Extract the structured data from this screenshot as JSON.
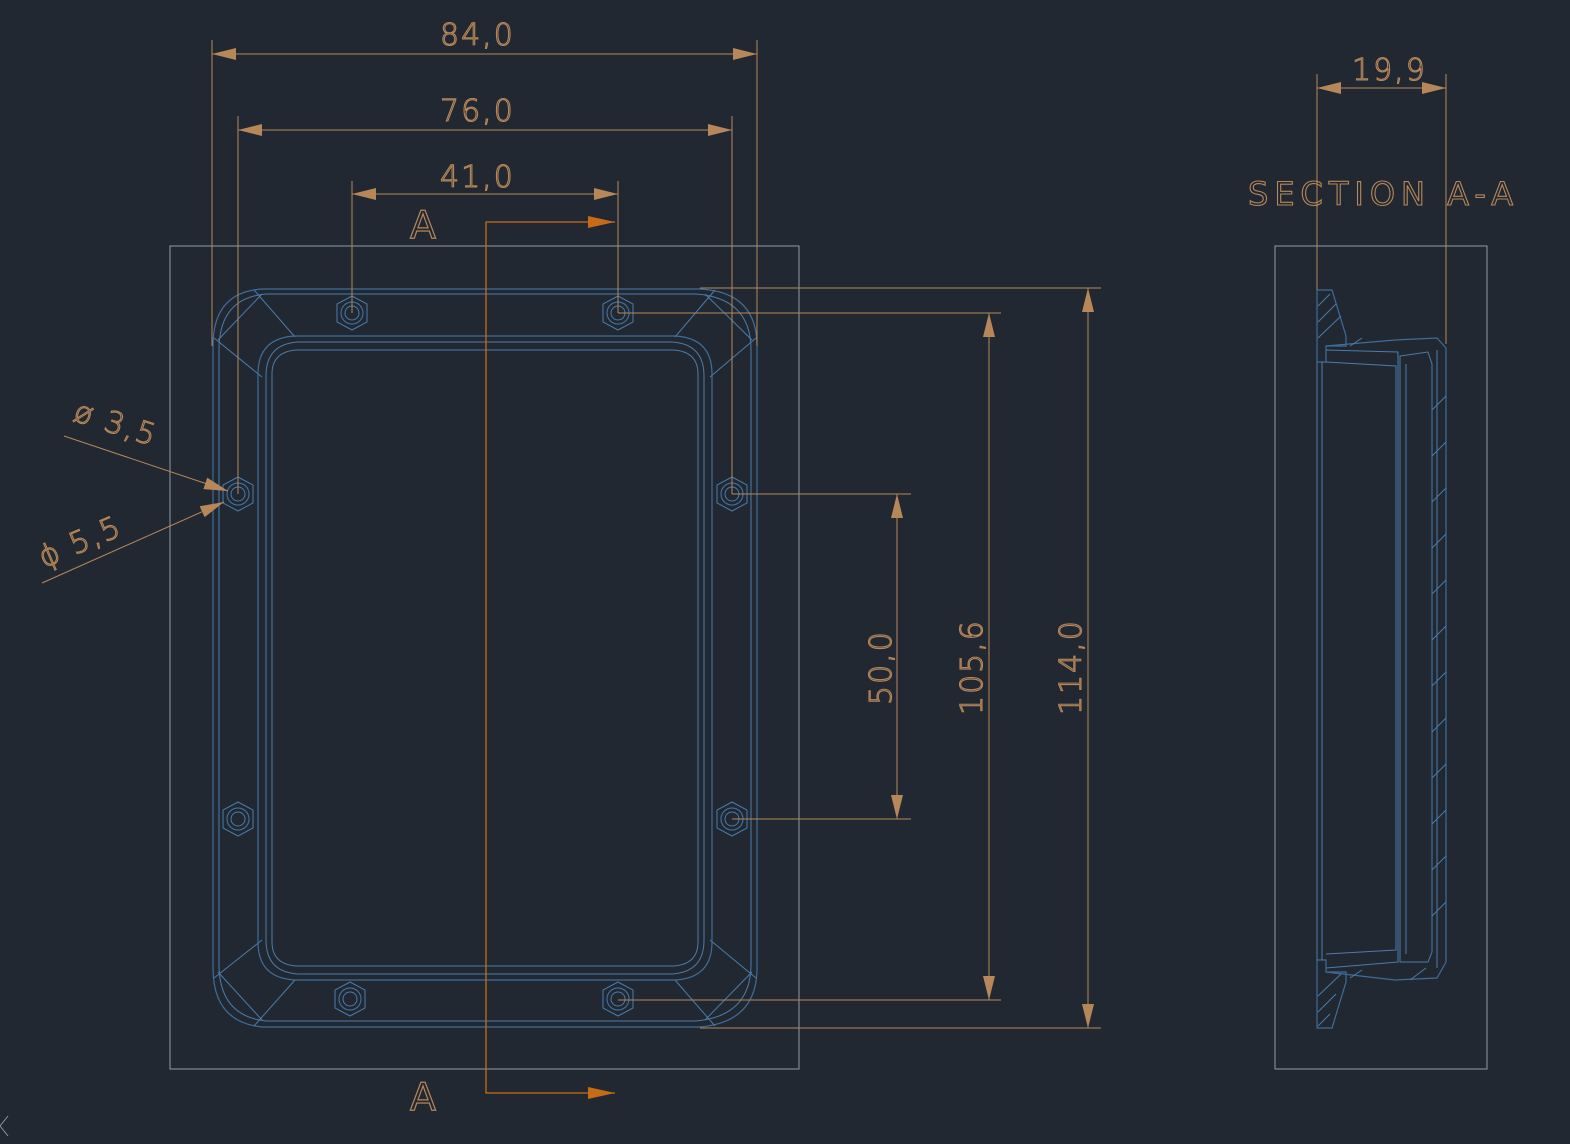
{
  "drawing": {
    "section_title": "SECTION A-A",
    "cut_label_top": "A",
    "cut_label_bottom": "A",
    "dimensions": {
      "width_outer": "84,0",
      "width_holes_side": "76,0",
      "width_holes_top": "41,0",
      "depth": "19,9",
      "height_holes_side": "50,0",
      "height_holes_top": "105,6",
      "height_outer": "114,0",
      "hole_inner_dia": "ø 3,5",
      "hole_outer_dia": "ϕ 5,5"
    }
  },
  "colors": {
    "background": "#222831",
    "dimension": "#b7875a",
    "part_outline": "#3f6c9a",
    "cutting_plane": "#c76c16",
    "frame": "#8d9aa8"
  }
}
